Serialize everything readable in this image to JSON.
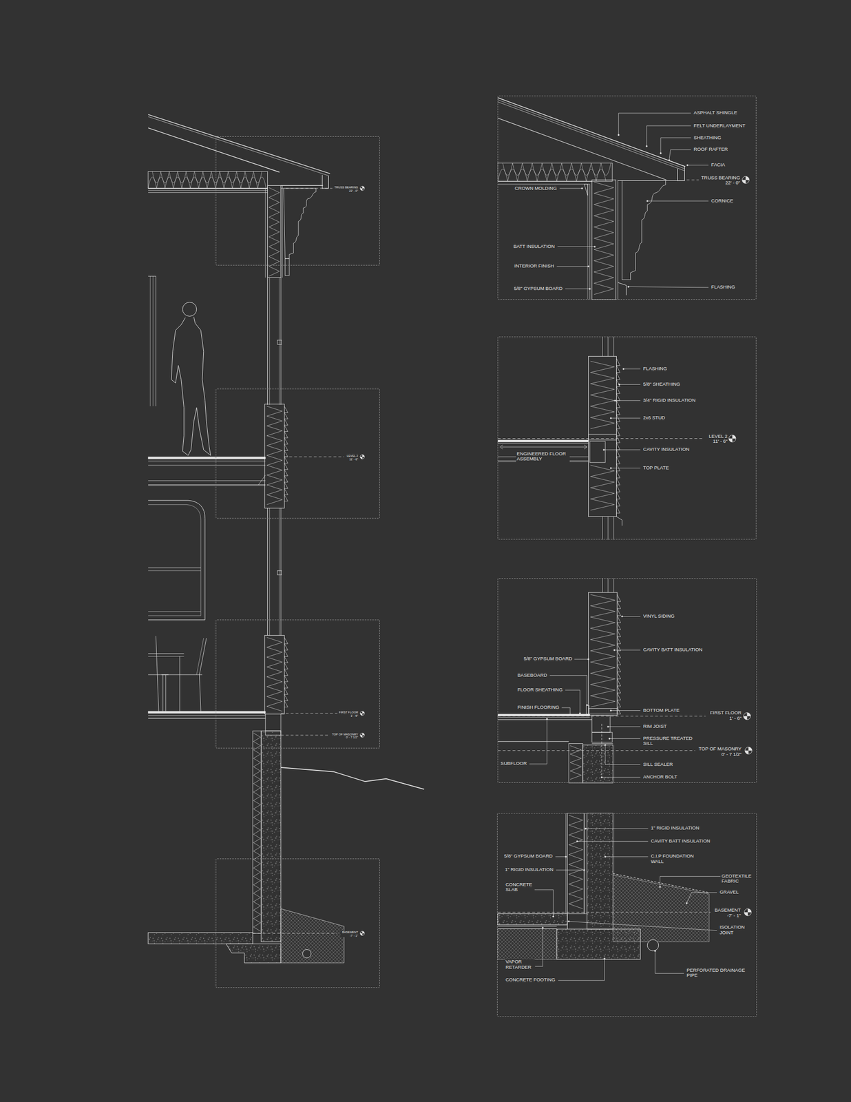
{
  "diagram": {
    "nodes": [
      {
        "text": [
          "TRUSS BEARING 22' - 0\""
        ]
      },
      {
        "text": [
          "LEVEL 2 11' - 6\""
        ]
      },
      {
        "text": [
          "FIRST FLOOR 1' - 6\"",
          "TOP OF MASONRY 0' - 7 1/2\""
        ]
      },
      {
        "text": [
          "BASEMENT -7' - 1\""
        ]
      },
      {
        "text": [
          "ASPHALT SHINGLE",
          "FELT UNDERLAYMENT",
          "SHEATHING",
          "ROOF RAFTER",
          "FACIA",
          "TRUSS BEARING 22' - 0\"",
          "CROWN MOLDING",
          "CORNICE",
          "BATT INSULATION",
          "INTERIOR FINISH",
          "5/8\" GYPSUM BOARD",
          "FLASHING"
        ]
      },
      {
        "text": [
          "FLASHING",
          "5/8\" SHEATHING",
          "3/4\" RIGID INSULATION",
          "2x6 STUD",
          "LEVEL 2 11' - 6\"",
          "ENGINEERED FLOOR ASSEMBLY",
          "CAVITY INSULATION",
          "TOP PLATE"
        ]
      },
      {
        "text": [
          "VINYL SIDING",
          "CAVITY BATT INSULATION",
          "5/8\" GYPSUM BOARD",
          "BASEBOARD",
          "FLOOR SHEATHING",
          "FINISH FLOORING",
          "BOTTOM PLATE",
          "FIRST FLOOR 1' - 6\"",
          "RIM JOIST",
          "PRESSURE TREATED SILL",
          "TOP OF MASONRY 0' - 7 1/2\"",
          "SUBFLOOR",
          "SILL SEALER",
          "ANCHOR BOLT"
        ]
      },
      {
        "text": [
          "1\" RIGID INSULATION",
          "CAVITY BATT INSULATION",
          "5/8\" GYPSUM BOARD",
          "C.I.P FOUNDATION WALL",
          "1\" RIGID INSULATION",
          "GEOTEXTILE FABRIC",
          "CONCRETE SLAB",
          "GRAVEL",
          "BASEMENT -7' - 1\"",
          "ISOLATION JOINT",
          "VAPOR RETARDER",
          "PERFORATED DRAINAGE PIPE",
          "CONCRETE FOOTING"
        ]
      }
    ]
  }
}
